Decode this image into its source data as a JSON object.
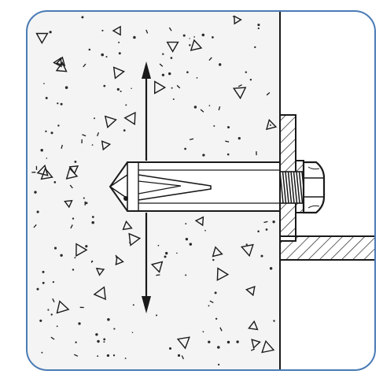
{
  "diagram": {
    "frame_color": "#4a7bb5",
    "line_color": "#1a1a1a",
    "concrete_fill": "#f4f4f4",
    "steel_fill": "#ffffff",
    "hatch_color": "#222222"
  },
  "icons": {
    "arrow": "double-headed-vertical-arrow",
    "anchor": "expansion-anchor-bolt",
    "nut": "hex-nut",
    "washer": "washer",
    "bracket": "angle-bracket"
  }
}
